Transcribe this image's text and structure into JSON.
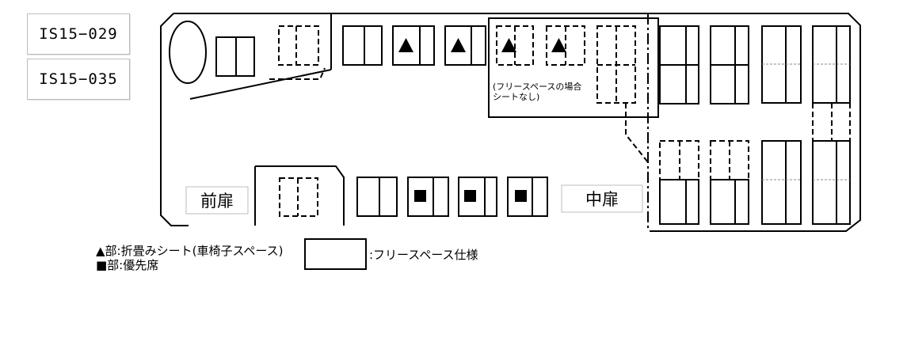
{
  "ids": [
    "IS15−029",
    "IS15−035"
  ],
  "doors": {
    "front": "前扉",
    "middle": "中扉"
  },
  "free_space_note": [
    "(フリースペースの場合",
    "シートなし)"
  ],
  "legend": {
    "triangle": "▲部:折畳みシート(車椅子スペース)",
    "square": "■部:優先席",
    "box": ":フリースペース仕様"
  }
}
